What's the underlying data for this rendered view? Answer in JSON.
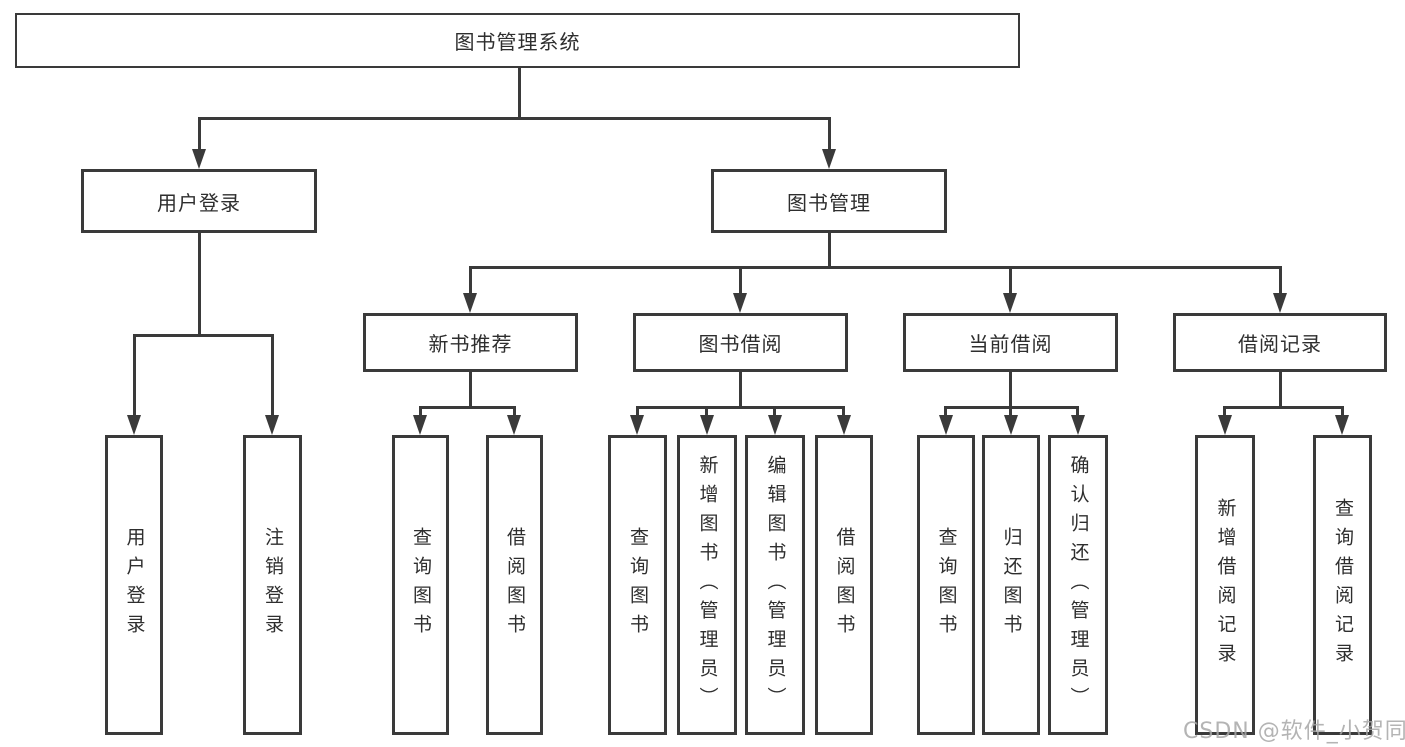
{
  "tree": {
    "root": "图书管理系统",
    "branches": [
      {
        "label": "用户登录",
        "children": [
          "用户登录",
          "注销登录"
        ]
      },
      {
        "label": "图书管理",
        "sections": [
          {
            "label": "新书推荐",
            "children": [
              "查询图书",
              "借阅图书"
            ]
          },
          {
            "label": "图书借阅",
            "children": [
              "查询图书",
              "新增图书（管理员）",
              "编辑图书（管理员）",
              "借阅图书"
            ]
          },
          {
            "label": "当前借阅",
            "children": [
              "查询图书",
              "归还图书",
              "确认归还（管理员）"
            ]
          },
          {
            "label": "借阅记录",
            "children": [
              "新增借阅记录",
              "查询借阅记录"
            ]
          }
        ]
      }
    ]
  },
  "watermark": "CSDN @软件_小贺同学",
  "colors": {
    "line": "#3a3a3a",
    "text": "#2e2e2e",
    "watermark": "#a8a8a8",
    "background": "#ffffff"
  }
}
